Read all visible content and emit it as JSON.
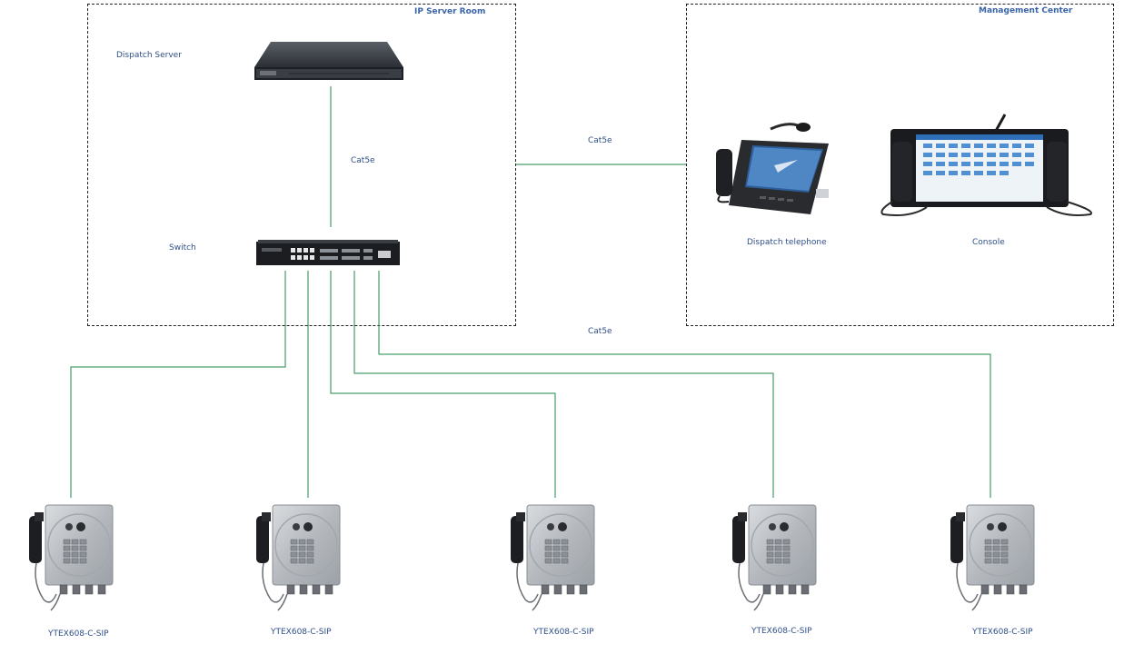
{
  "zones": {
    "server_room": {
      "title": "IP Server Room"
    },
    "management": {
      "title": "Management Center"
    }
  },
  "labels": {
    "dispatch_server": "Dispatch Server",
    "switch": "Switch",
    "cable_server_switch": "Cat5e",
    "cable_room_mgmt": "Cat5e",
    "cable_endpoints": "Cat5e",
    "dispatch_telephone": "Dispatch telephone",
    "console": "Console"
  },
  "endpoints": [
    {
      "model": "YTEX608-C-SIP"
    },
    {
      "model": "YTEX608-C-SIP"
    },
    {
      "model": "YTEX608-C-SIP"
    },
    {
      "model": "YTEX608-C-SIP"
    },
    {
      "model": "YTEX608-C-SIP"
    }
  ],
  "colors": {
    "cable": "#1e8a4a",
    "label": "#2f4f8a",
    "title": "#3a64a8"
  }
}
